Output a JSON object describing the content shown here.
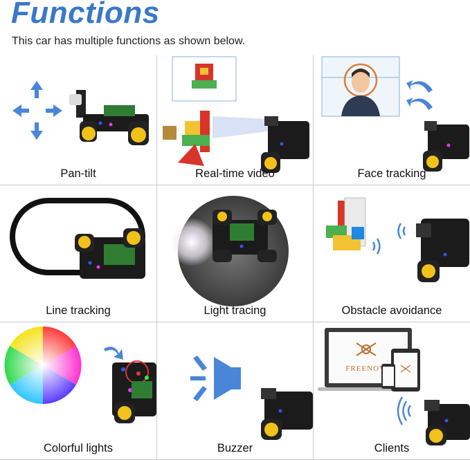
{
  "header": {
    "title": "Functions",
    "subtitle": "This car has multiple functions as shown below."
  },
  "cells": [
    {
      "label": "Pan-tilt"
    },
    {
      "label": "Real-time video"
    },
    {
      "label": "Face tracking"
    },
    {
      "label": "Line tracking"
    },
    {
      "label": "Light tracing"
    },
    {
      "label": "Obstacle avoidance"
    },
    {
      "label": "Colorful lights"
    },
    {
      "label": "Buzzer"
    },
    {
      "label": "Clients"
    }
  ],
  "logo_text": "FREENOVE",
  "colors": {
    "title_blue": "#3a78c9",
    "arrow_blue": "#4a86d8",
    "wheel_yellow": "#f2c21a",
    "grid_line": "#c9c9c9"
  }
}
